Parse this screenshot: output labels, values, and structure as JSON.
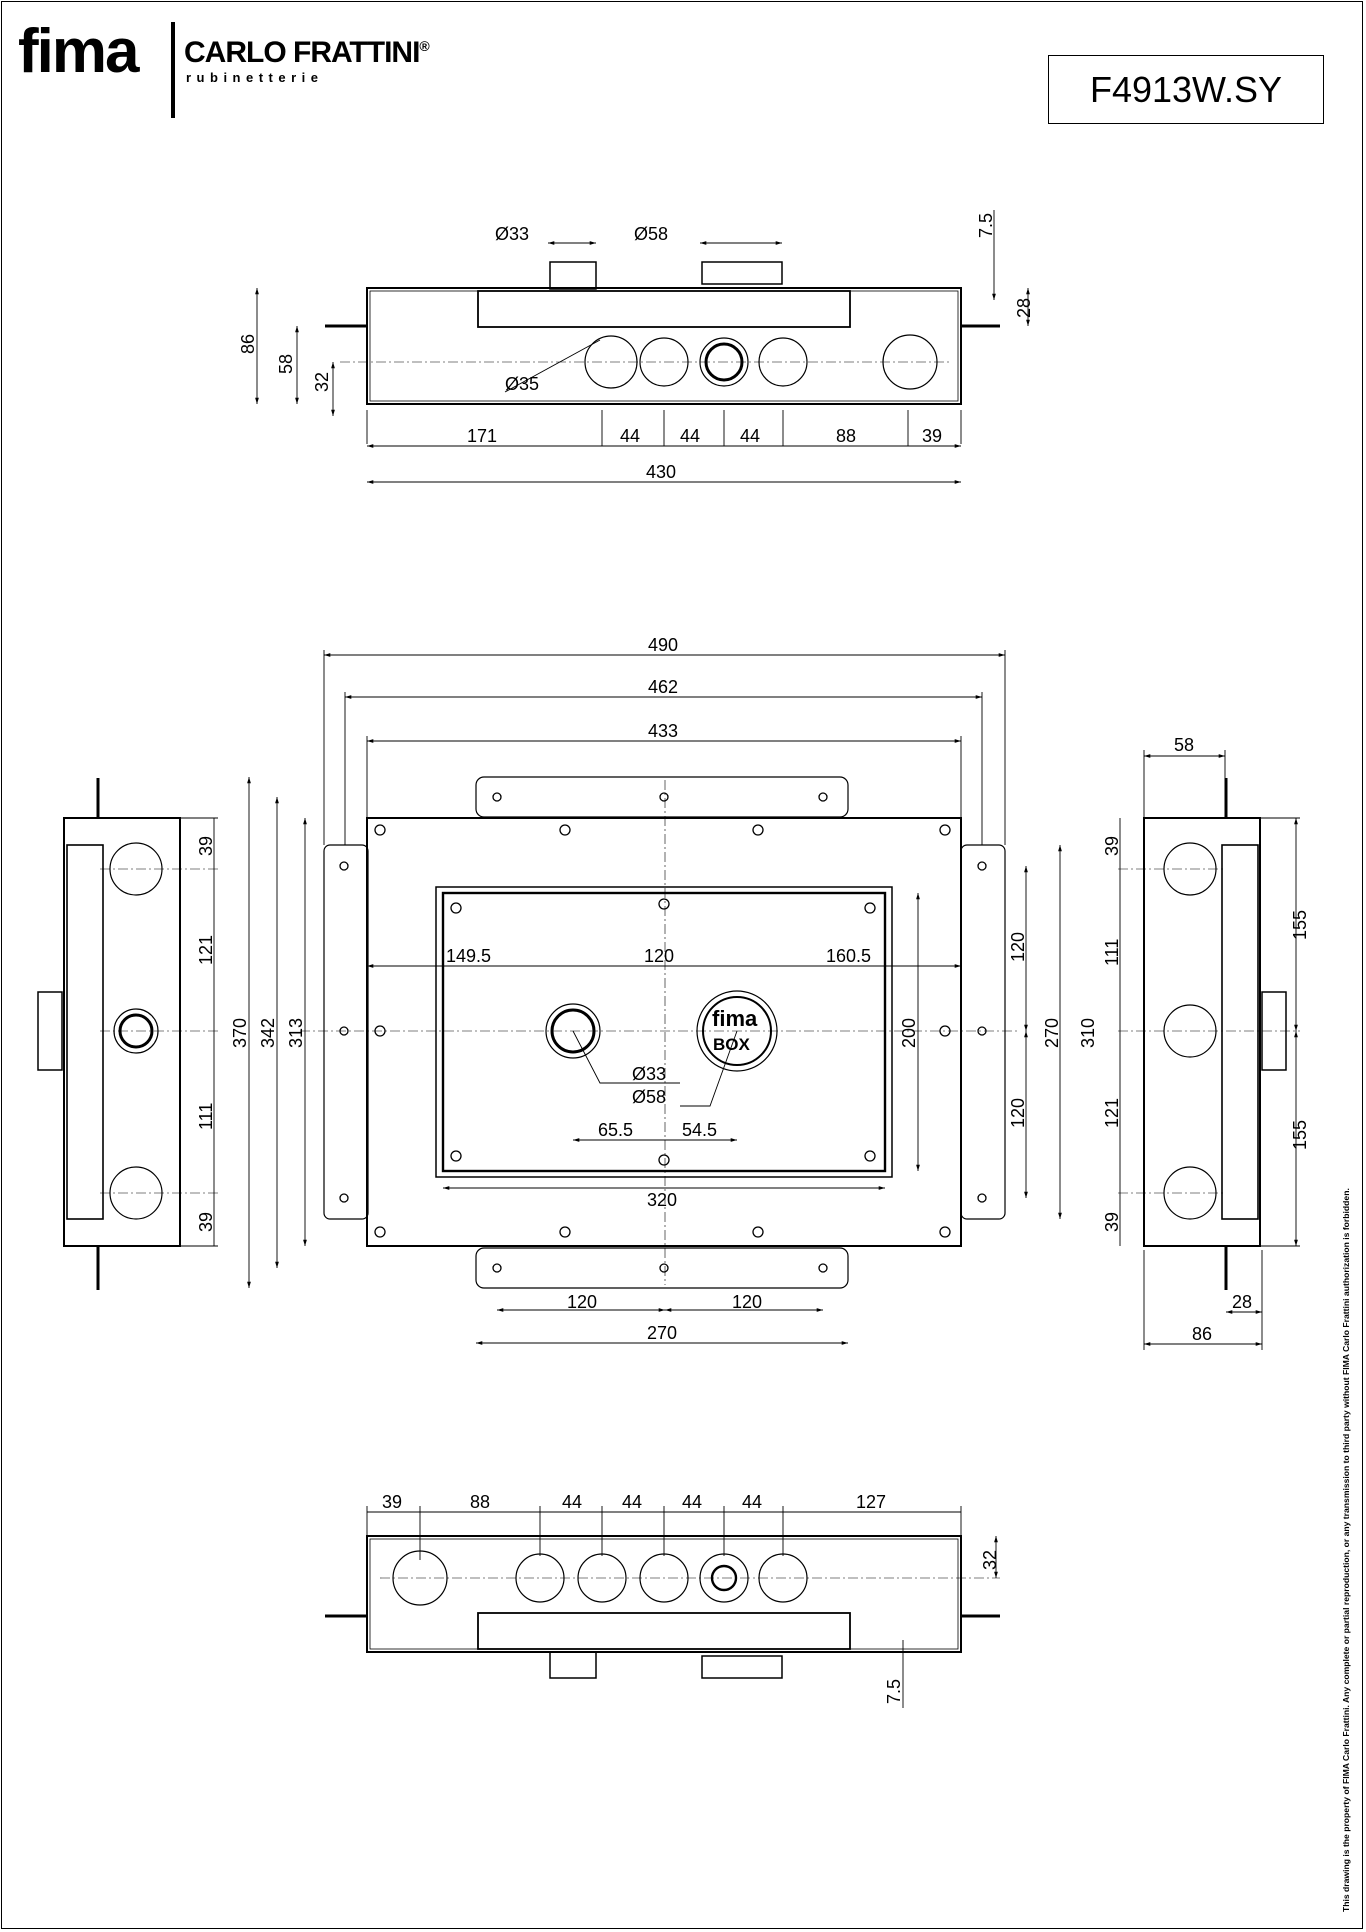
{
  "brand": {
    "logo_main": "fima",
    "logo_brand": "CARLO FRATTINI",
    "logo_mark": "®",
    "logo_sub": "rubinetterie"
  },
  "product_code": "F4913W.SY",
  "disclaimer": "This drawing is the property of FIMA Carlo Frattini. Any complete or partial reproduction, or any transmission to third party without FIMA Carlo Frattini authorization is forbidden.",
  "top_view": {
    "dims": {
      "d33": "Ø33",
      "d58": "Ø58",
      "d35": "Ø35",
      "h7_5": "7.5",
      "h28": "28",
      "h86": "86",
      "h58": "58",
      "h32": "32",
      "w171": "171",
      "w44a": "44",
      "w44b": "44",
      "w44c": "44",
      "w88": "88",
      "w39": "39",
      "w430": "430"
    }
  },
  "front_view": {
    "dims": {
      "w490": "490",
      "w462": "462",
      "w433": "433",
      "h370": "370",
      "h342": "342",
      "h313": "313",
      "w149_5": "149.5",
      "w120mid": "120",
      "w160_5": "160.5",
      "d33": "Ø33",
      "d58": "Ø58",
      "w65_5": "65.5",
      "w54_5": "54.5",
      "w320": "320",
      "h200": "200",
      "h120a": "120",
      "h120b": "120",
      "h270": "270",
      "h310": "310",
      "w120l": "120",
      "w120r": "120",
      "w270": "270"
    },
    "box_label_top": "fima",
    "box_label_bottom": "BOX"
  },
  "left_view": {
    "dims": {
      "h39a": "39",
      "h121": "121",
      "h111": "111",
      "h39b": "39"
    }
  },
  "right_view": {
    "dims": {
      "w58": "58",
      "h39a": "39",
      "h111": "111",
      "h121": "121",
      "h39b": "39",
      "h155a": "155",
      "h155b": "155",
      "w28": "28",
      "w86": "86"
    }
  },
  "bottom_view": {
    "dims": {
      "w39": "39",
      "w88": "88",
      "w44a": "44",
      "w44b": "44",
      "w44c": "44",
      "w44d": "44",
      "w127": "127",
      "h32": "32",
      "h7_5": "7.5"
    }
  }
}
